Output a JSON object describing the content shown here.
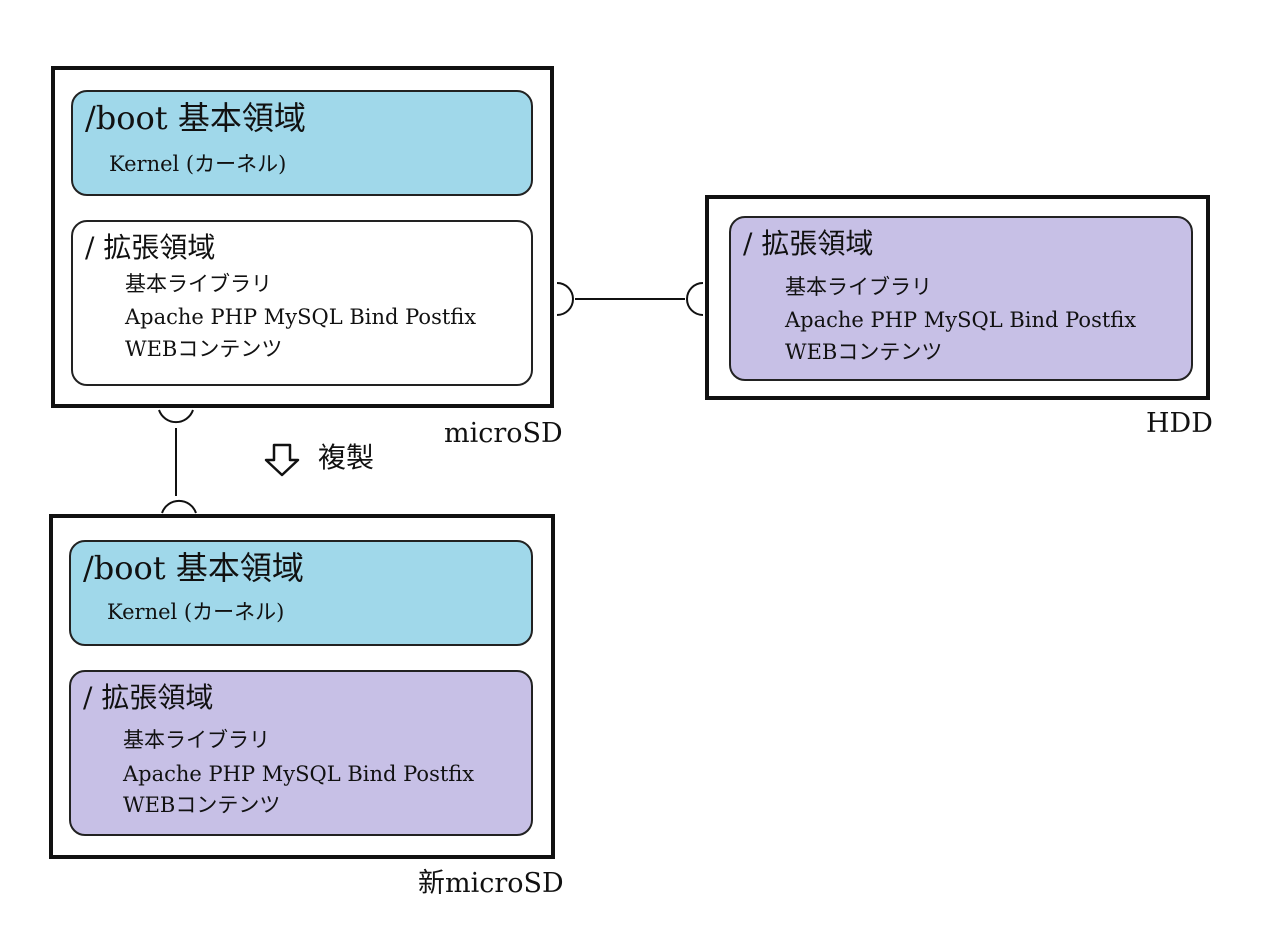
{
  "colors": {
    "boot": "#a0d8ea",
    "ext": "#c7c0e6",
    "plain": "#ffffff"
  },
  "microsd": {
    "label": "microSD",
    "boot": {
      "title": "/boot 基本領域",
      "lines": [
        "Kernel (カーネル)"
      ]
    },
    "ext": {
      "title": "/ 拡張領域",
      "lines": [
        "基本ライブラリ",
        "Apache PHP MySQL Bind Postfix",
        "WEBコンテンツ"
      ]
    }
  },
  "hdd": {
    "label": "HDD",
    "ext": {
      "title": "/ 拡張領域",
      "lines": [
        "基本ライブラリ",
        "Apache PHP MySQL Bind Postfix",
        "WEBコンテンツ"
      ]
    }
  },
  "new_microsd": {
    "label": "新microSD",
    "boot": {
      "title": "/boot 基本領域",
      "lines": [
        "Kernel (カーネル)"
      ]
    },
    "ext": {
      "title": "/ 拡張領域",
      "lines": [
        "基本ライブラリ",
        "Apache PHP MySQL Bind Postfix",
        "WEBコンテンツ"
      ]
    }
  },
  "copy": {
    "label": "複製",
    "icon": "down-arrow-icon"
  }
}
